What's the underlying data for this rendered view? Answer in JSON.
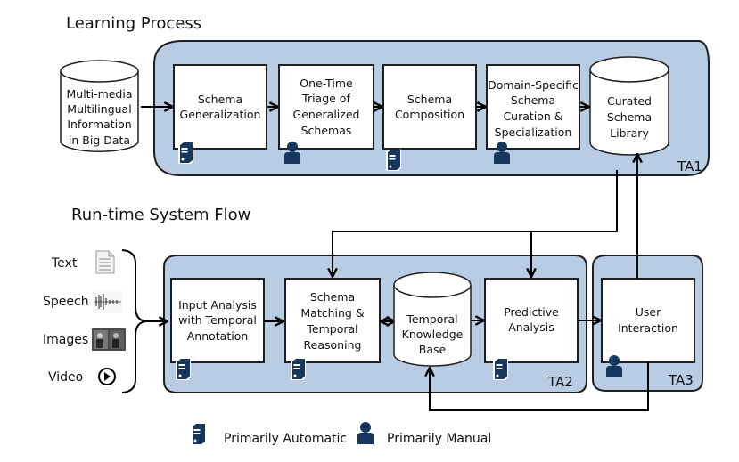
{
  "sections": {
    "learning_title": "Learning Process",
    "runtime_title": "Run-time System Flow"
  },
  "learning": {
    "source": [
      "Multi-media",
      "Multilingual",
      "Information",
      "in Big Data"
    ],
    "steps": [
      {
        "lines": [
          "Schema",
          "Generalization"
        ],
        "mode": "automatic"
      },
      {
        "lines": [
          "One-Time",
          "Triage of",
          "Generalized",
          "Schemas"
        ],
        "mode": "manual"
      },
      {
        "lines": [
          "Schema",
          "Composition"
        ],
        "mode": "automatic"
      },
      {
        "lines": [
          "Domain-Specific",
          "Schema",
          "Curation &",
          "Specialization"
        ],
        "mode": "manual"
      }
    ],
    "library": [
      "Curated",
      "Schema",
      "Library"
    ],
    "region_label": "TA1"
  },
  "runtime": {
    "inputs": [
      "Text",
      "Speech",
      "Images",
      "Video"
    ],
    "input_icons": [
      "document-icon",
      "waveform-icon",
      "photo-icon",
      "play-icon"
    ],
    "steps": [
      {
        "lines": [
          "Input Analysis",
          "with Temporal",
          "Annotation"
        ],
        "mode": "automatic"
      },
      {
        "lines": [
          "Schema",
          "Matching &",
          "Temporal",
          "Reasoning"
        ],
        "mode": "automatic"
      },
      {
        "lines": [
          "Predictive",
          "Analysis"
        ],
        "mode": "automatic"
      }
    ],
    "knowledge_base": [
      "Temporal",
      "Knowledge",
      "Base"
    ],
    "user_interaction": {
      "lines": [
        "User",
        "Interaction"
      ],
      "mode": "manual"
    },
    "ta2_label": "TA2",
    "ta3_label": "TA3"
  },
  "legend": {
    "automatic": "Primarily Automatic",
    "manual": "Primarily Manual"
  }
}
